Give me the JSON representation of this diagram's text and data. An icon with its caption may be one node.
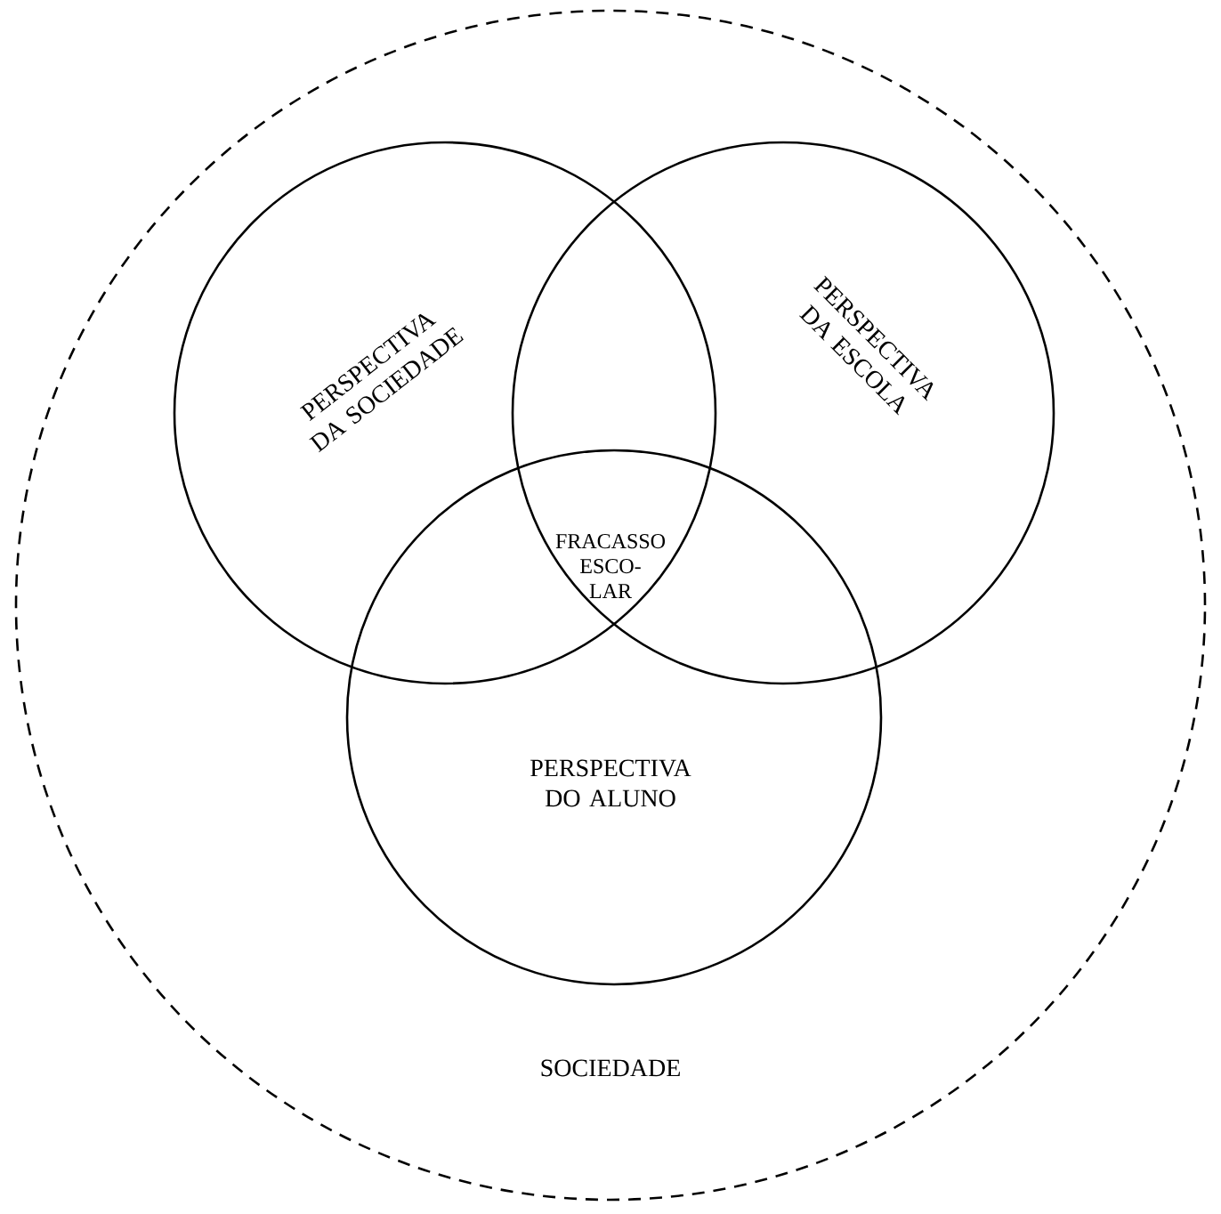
{
  "diagram": {
    "nodes": [
      {
        "text": [
          "SOCIEDADE"
        ]
      },
      {
        "text": [
          "PERSPECTIVA DA SOCIEDADE"
        ],
        "in": 0
      },
      {
        "text": [
          "PERSPECTIVA DA ESCOLA"
        ],
        "in": 0
      },
      {
        "text": [
          "PERSPECTIVA DO ALUNO"
        ],
        "in": 0
      }
    ],
    "labels": [
      "FRACASSO ESCO- LAR"
    ]
  }
}
